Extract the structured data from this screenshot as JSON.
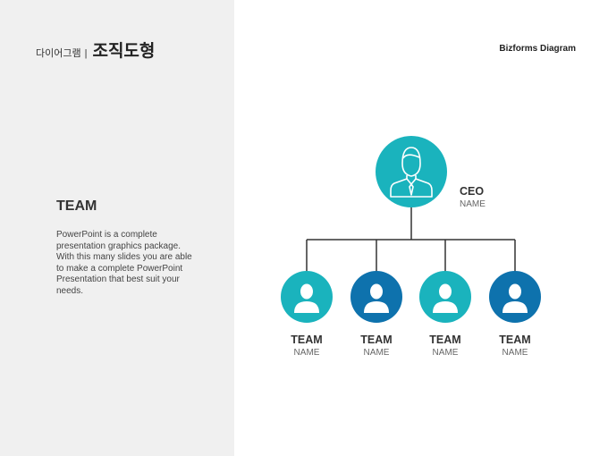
{
  "header": {
    "prefix": "다이어그램",
    "separator": "|",
    "title": "조직도형"
  },
  "brand": "Bizforms Diagram",
  "sidebar": {
    "title": "TEAM",
    "body": "PowerPoint is a complete presentation graphics package. With this many slides you are able to make a complete PowerPoint Presentation that best suit your needs."
  },
  "colors": {
    "teal": "#1ab3bd",
    "blue": "#0e72ad",
    "line": "#333333",
    "panel": "#f0f0f0"
  },
  "org": {
    "root": {
      "title": "CEO",
      "subtitle": "NAME",
      "icon": "businessman-icon"
    },
    "children": [
      {
        "title": "TEAM",
        "subtitle": "NAME",
        "color": "teal",
        "icon": "person-icon"
      },
      {
        "title": "TEAM",
        "subtitle": "NAME",
        "color": "blue",
        "icon": "person-icon"
      },
      {
        "title": "TEAM",
        "subtitle": "NAME",
        "color": "teal",
        "icon": "person-icon"
      },
      {
        "title": "TEAM",
        "subtitle": "NAME",
        "color": "blue",
        "icon": "person-icon"
      }
    ]
  }
}
